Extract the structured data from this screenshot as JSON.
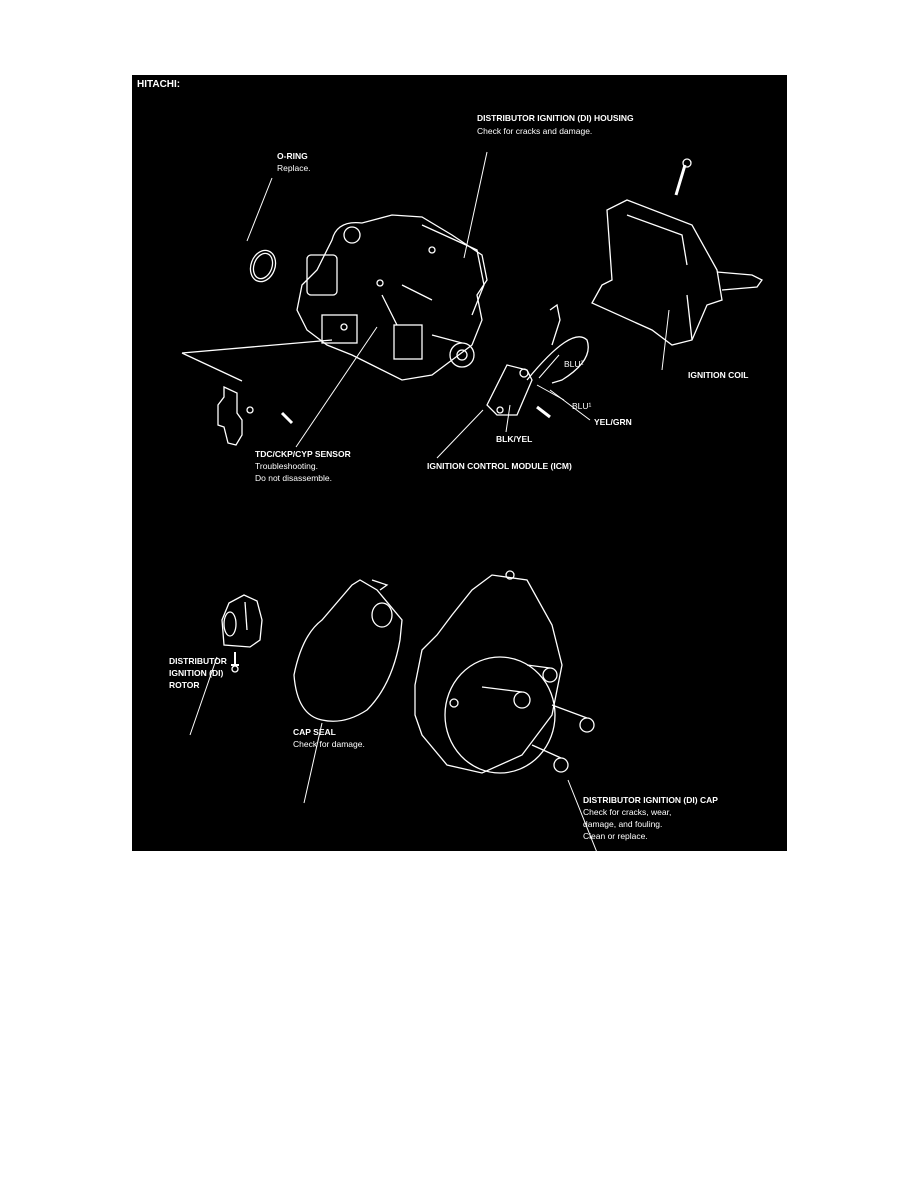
{
  "figure": {
    "title": "HITACHI:",
    "colors": {
      "background": "#000000",
      "line_art": "#ffffff",
      "page": "#ffffff"
    },
    "callouts": {
      "housing": {
        "name": "DISTRIBUTOR IGNITION (DI) HOUSING",
        "note": "Check for cracks and damage."
      },
      "oring": {
        "name": "O-RING",
        "note": "Replace."
      },
      "coil": {
        "name": "IGNITION COIL"
      },
      "blu2": {
        "name": "BLU²"
      },
      "blu1": {
        "name": "BLU¹"
      },
      "yelgrn": {
        "name": "YEL/GRN"
      },
      "blkyel": {
        "name": "BLK/YEL"
      },
      "sensor": {
        "name": "TDC/CKP/CYP SENSOR",
        "note1": "Troubleshooting.",
        "note2": "Do not disassemble."
      },
      "icm": {
        "name": "IGNITION CONTROL MODULE (ICM)"
      },
      "rotor": {
        "line1": "DISTRIBUTOR",
        "line2": "IGNITION (DI)",
        "line3": "ROTOR"
      },
      "capseal": {
        "name": "CAP SEAL",
        "note": "Check for damage."
      },
      "cap": {
        "name": "DISTRIBUTOR IGNITION (DI) CAP",
        "note1": "Check for cracks, wear,",
        "note2": "damage, and fouling.",
        "note3": "Clean or replace."
      }
    }
  }
}
